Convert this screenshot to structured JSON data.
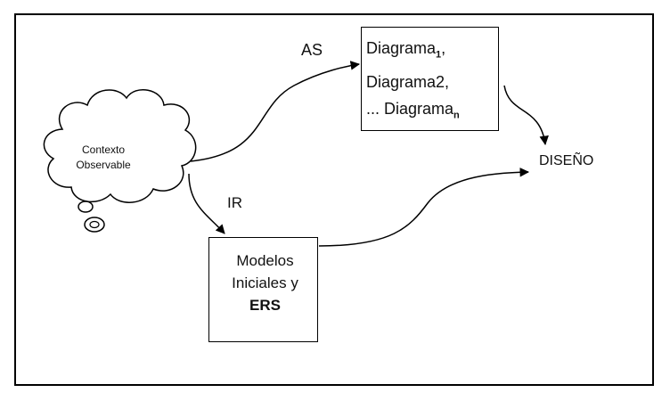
{
  "cloud": {
    "line1": "Contexto",
    "line2": "Observable"
  },
  "labels": {
    "as": "AS",
    "ir": "IR",
    "diseno": "DISEÑO"
  },
  "diagramas": {
    "line1_text": "Diagrama",
    "line1_sub": "1",
    "line1_suffix": ",",
    "line2": "Diagrama2,",
    "line3_text": "... Diagrama",
    "line3_sub": "n"
  },
  "modelos": {
    "line1": "Modelos",
    "line2": "Iniciales y",
    "line3": "ERS"
  }
}
